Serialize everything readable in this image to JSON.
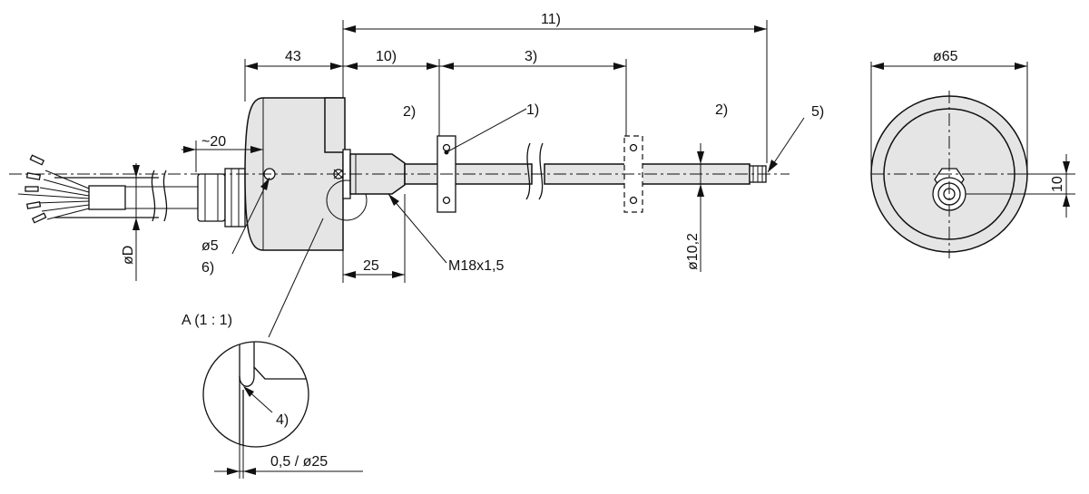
{
  "labels": {
    "dim_11": "11)",
    "dim_43": "43",
    "dim_10": "10)",
    "dim_3": "3)",
    "note_2_left": "2)",
    "note_1": "1)",
    "note_2_right": "2)",
    "note_5": "5)",
    "dim_approx_20": "~20",
    "dim_dia_5": "ø5",
    "note_6": "6)",
    "dim_dia_D": "øD",
    "dim_25": "25",
    "thread": "M18x1,5",
    "dim_dia_10_2": "ø10,2",
    "detail_title": "A (1 : 1)",
    "note_4": "4)",
    "dim_05_25": "0,5 / ø25",
    "dim_dia_65": "ø65",
    "dim_10_side": "10"
  }
}
